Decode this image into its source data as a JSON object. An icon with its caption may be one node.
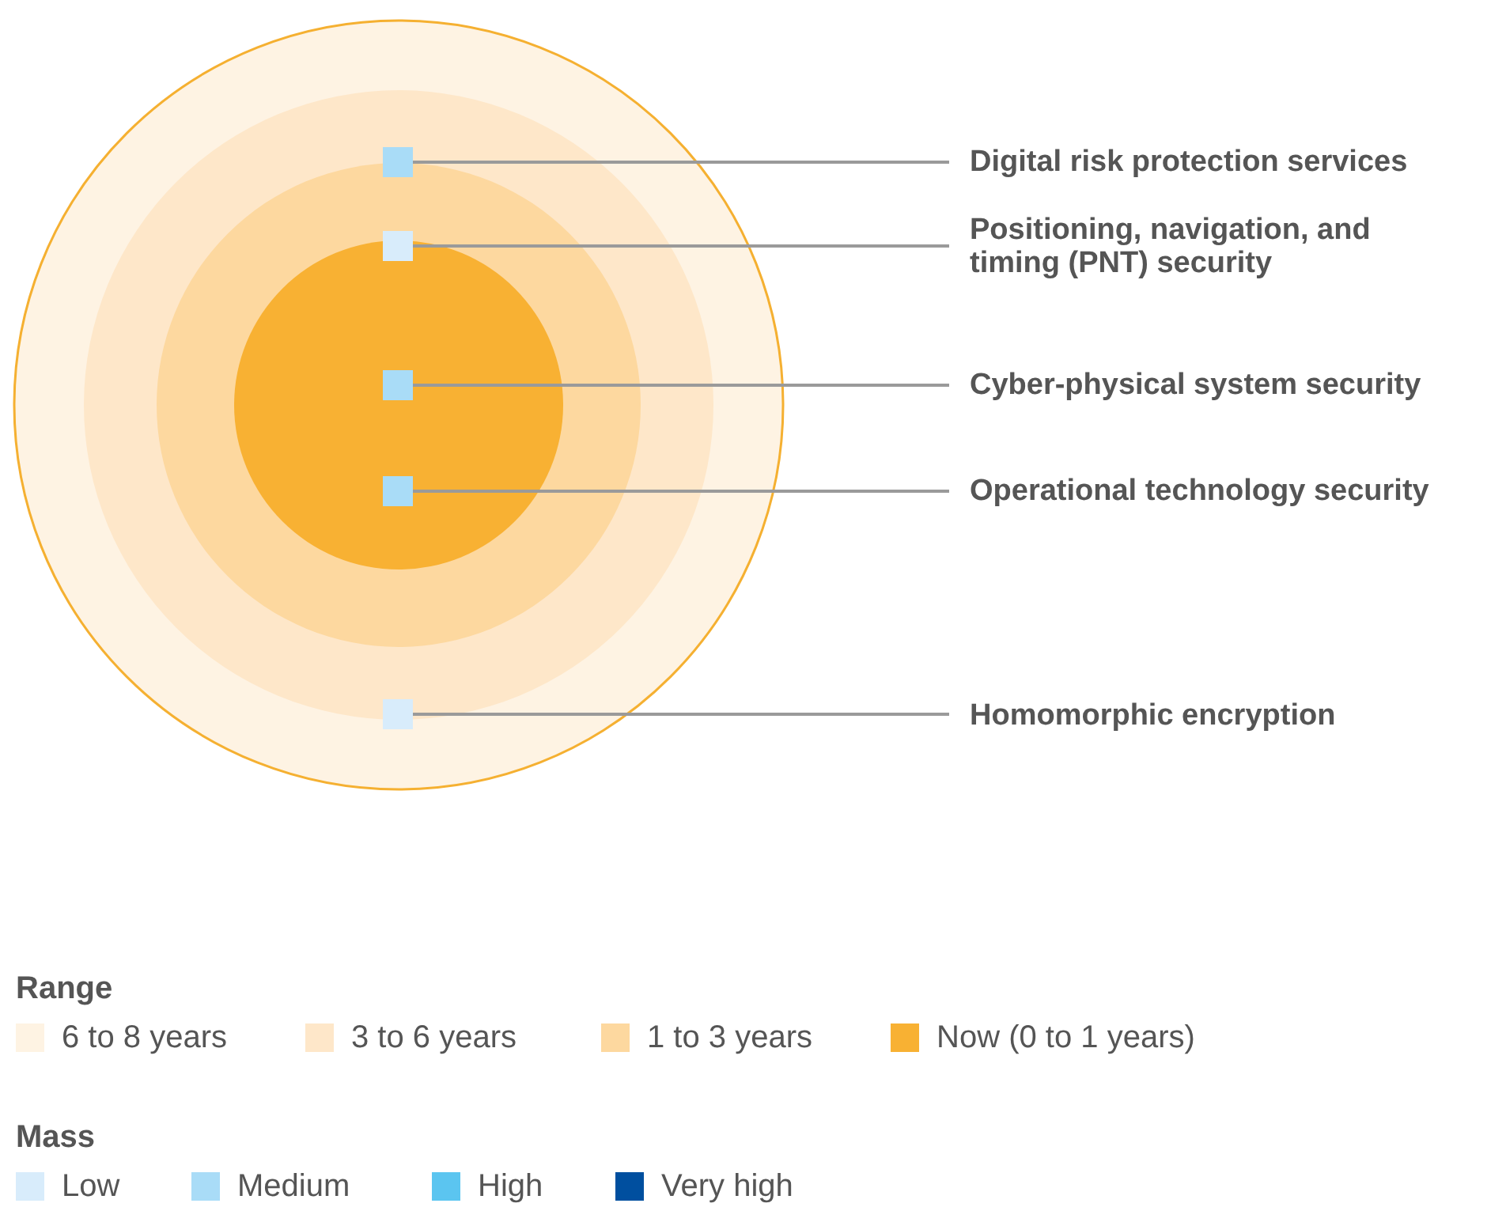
{
  "diagram": {
    "nodes": [
      {
        "text": [],
        "shape": "box"
      },
      {
        "text": [
          "Digital risk protection services"
        ]
      },
      {
        "text": [],
        "shape": "box"
      },
      {
        "text": [
          "Positioning, navigation, and timing (PNT) security"
        ]
      },
      {
        "text": [],
        "shape": "box"
      },
      {
        "text": [
          "Cyber-physical system security"
        ]
      },
      {
        "text": [],
        "shape": "box"
      },
      {
        "text": [
          "Operational technology security"
        ]
      },
      {
        "text": [],
        "shape": "box"
      },
      {
        "text": [
          "Homomorphic encryption"
        ]
      }
    ],
    "edges": [
      {
        "from": 1,
        "to": 0,
        "arrow": "none"
      },
      {
        "from": 3,
        "to": 2,
        "arrow": "none"
      },
      {
        "from": 5,
        "to": 4,
        "arrow": "none"
      },
      {
        "from": 7,
        "to": 6,
        "arrow": "none"
      },
      {
        "from": 9,
        "to": 8,
        "arrow": "none"
      }
    ],
    "labels": [
      "Range",
      "Mass"
    ],
    "legend": [
      {
        "text": "6 to 8 years",
        "color": "#fef3e3"
      },
      {
        "text": "3 to 6 years",
        "color": "#fee7c9"
      },
      {
        "text": "1 to 3 years",
        "color": "#fdd89f"
      },
      {
        "text": "Now (0 to 1 years)",
        "color": "#f8b133"
      },
      {
        "text": "Low",
        "color": "#d8ecfb"
      },
      {
        "text": "Medium",
        "color": "#a9dcf7"
      },
      {
        "text": "High",
        "color": "#5bc5f0"
      },
      {
        "text": "Very high",
        "color": "#004f9f"
      }
    ]
  }
}
